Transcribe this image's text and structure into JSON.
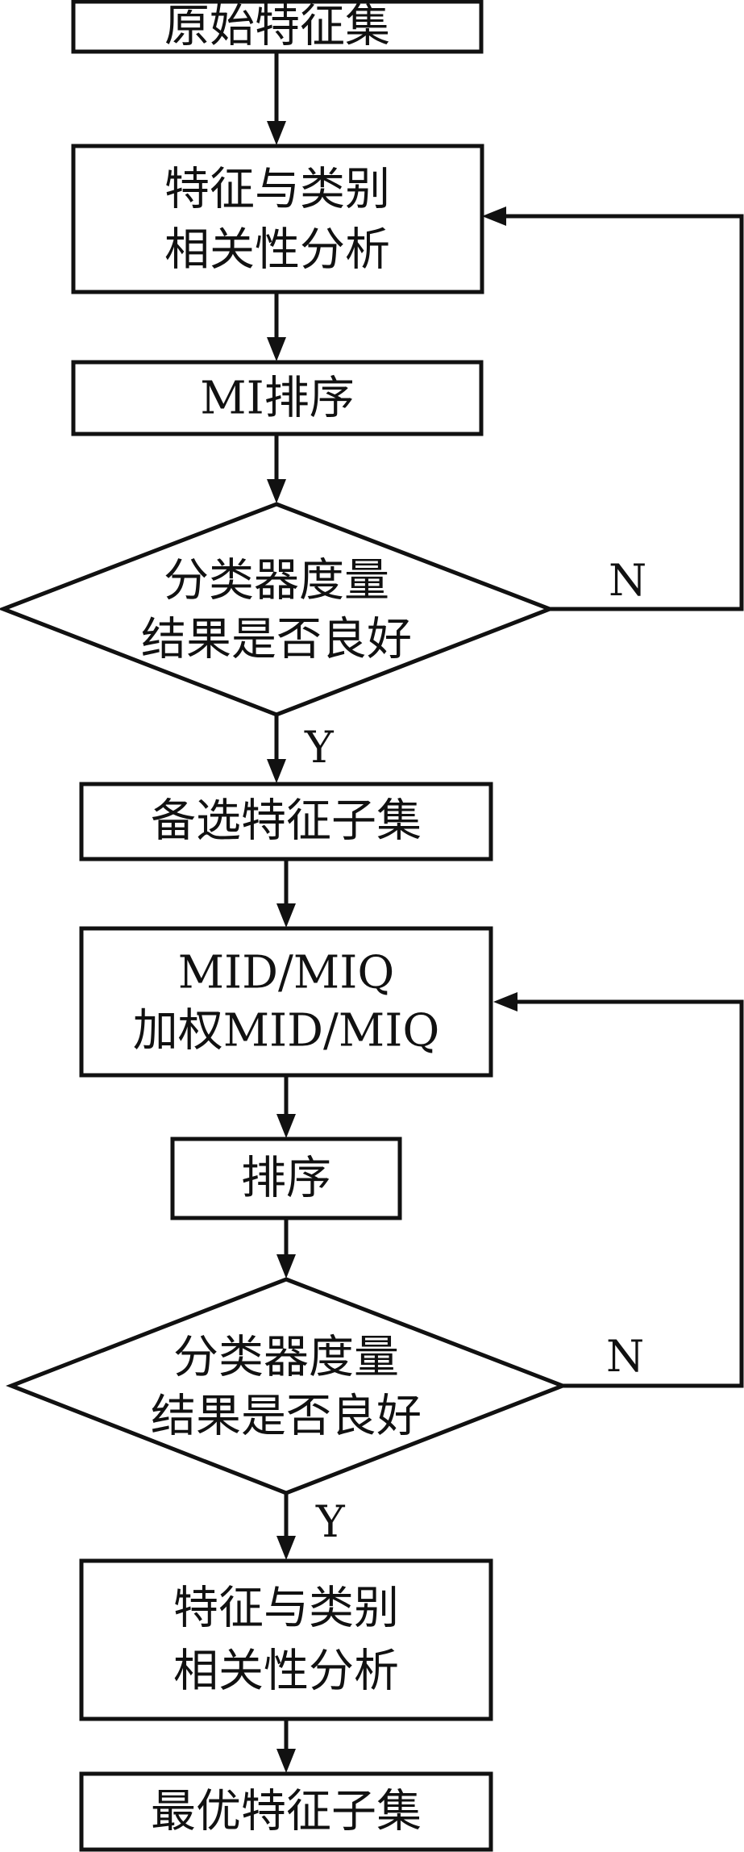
{
  "nodes": {
    "original_features": {
      "lines": [
        "原始特征集"
      ]
    },
    "correlation_analysis_1": {
      "lines": [
        "特征与类别",
        "相关性分析"
      ]
    },
    "mi_sort": {
      "lines": [
        "MI排序"
      ]
    },
    "decision_1": {
      "lines": [
        "分类器度量",
        "结果是否良好"
      ]
    },
    "candidate_subset": {
      "lines": [
        "备选特征子集"
      ]
    },
    "mid_miq": {
      "lines": [
        "MID/MIQ",
        "加权MID/MIQ"
      ]
    },
    "sort": {
      "lines": [
        "排序"
      ]
    },
    "decision_2": {
      "lines": [
        "分类器度量",
        "结果是否良好"
      ]
    },
    "correlation_analysis_2": {
      "lines": [
        "特征与类别",
        "相关性分析"
      ]
    },
    "optimal_subset": {
      "lines": [
        "最优特征子集"
      ]
    }
  },
  "edge_labels": {
    "decision_1_yes": "Y",
    "decision_1_no": "N",
    "decision_2_yes": "Y",
    "decision_2_no": "N"
  },
  "colors": {
    "stroke": "#111111",
    "fill": "#ffffff",
    "text": "#111111"
  }
}
